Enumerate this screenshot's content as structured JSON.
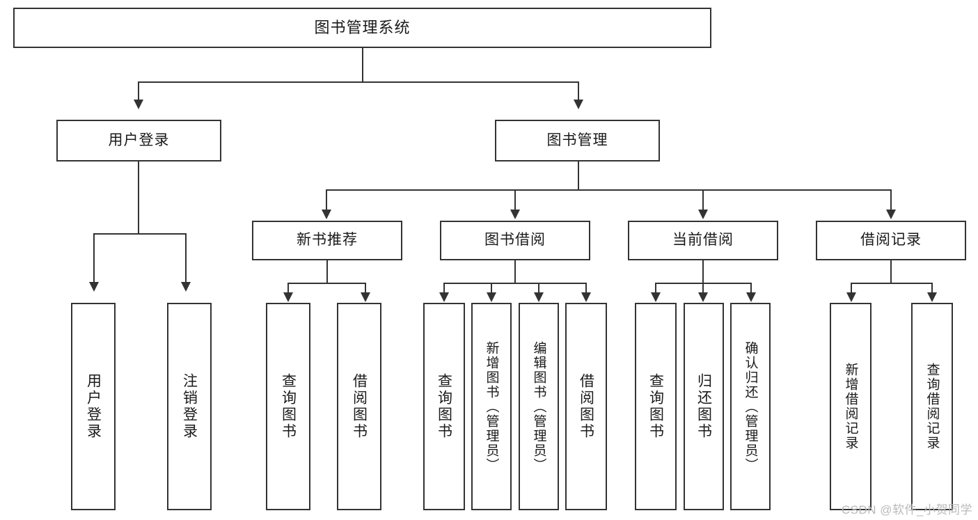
{
  "diagram": {
    "type": "tree-hierarchy",
    "title": "图书管理系统",
    "watermark": "CSDN @软件_小贺同学",
    "colors": {
      "box_border": "#333333",
      "box_fill": "#ffffff",
      "connector": "#333333",
      "background": "#ffffff",
      "watermark": "#b9b9b9"
    },
    "nodes": {
      "root": {
        "label": "图书管理系统"
      },
      "level2": [
        {
          "id": "user-login",
          "label": "用户登录"
        },
        {
          "id": "book-management",
          "label": "图书管理"
        }
      ],
      "level3": [
        {
          "id": "new-book-recommend",
          "label": "新书推荐"
        },
        {
          "id": "book-borrow",
          "label": "图书借阅"
        },
        {
          "id": "current-borrow",
          "label": "当前借阅"
        },
        {
          "id": "borrow-record",
          "label": "借阅记录"
        }
      ],
      "leaves": {
        "user_login": [
          {
            "id": "leaf-user-login",
            "label": "用户登录"
          },
          {
            "id": "leaf-logout-login",
            "label": "注销登录"
          }
        ],
        "new_book_recommend": [
          {
            "id": "leaf-query-book-1",
            "label": "查询图书"
          },
          {
            "id": "leaf-borrow-book-1",
            "label": "借阅图书"
          }
        ],
        "book_borrow": [
          {
            "id": "leaf-query-book-2",
            "label": "查询图书"
          },
          {
            "id": "leaf-add-book",
            "label": "新增图书（管理员）"
          },
          {
            "id": "leaf-edit-book",
            "label": "编辑图书（管理员）"
          },
          {
            "id": "leaf-borrow-book-2",
            "label": "借阅图书"
          }
        ],
        "current_borrow": [
          {
            "id": "leaf-query-book-3",
            "label": "查询图书"
          },
          {
            "id": "leaf-return-book",
            "label": "归还图书"
          },
          {
            "id": "leaf-confirm-return",
            "label": "确认归还（管理员）"
          }
        ],
        "borrow_record": [
          {
            "id": "leaf-add-record",
            "label": "新增借阅记录"
          },
          {
            "id": "leaf-query-record",
            "label": "查询借阅记录"
          }
        ]
      }
    }
  }
}
